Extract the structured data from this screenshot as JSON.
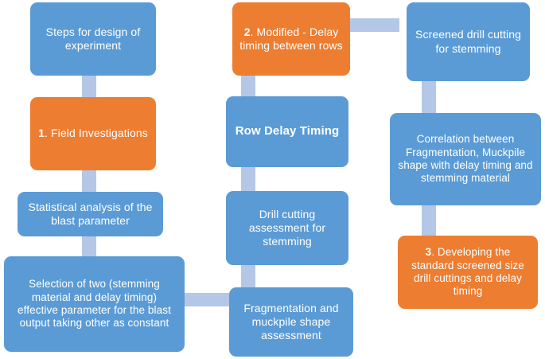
{
  "diagram": {
    "title": "Steps for design of experiment flowchart",
    "colors": {
      "blue": "#5B9BD5",
      "orange": "#ED7D31",
      "connector": "#B4C7E7",
      "text": "#FFFFFF",
      "background": "#FFFFFF"
    },
    "nodes": [
      {
        "id": "steps-for-design-of-experiment",
        "lead": "",
        "text": "Steps for design of experiment",
        "color": "blue",
        "bold": false
      },
      {
        "id": "field-investigations",
        "lead": "1",
        "text": ". Field Investigations",
        "color": "orange",
        "bold": false
      },
      {
        "id": "statistical-analysis-of-the-blast-parameter",
        "lead": "",
        "text": "Statistical analysis of the blast parameter",
        "color": "blue",
        "bold": false
      },
      {
        "id": "selection-of-two-effective-parameters",
        "lead": "",
        "text": "Selection of two (stemming material and delay timing) effective parameter for the blast output taking other as constant",
        "color": "blue",
        "bold": false
      },
      {
        "id": "modified-delay-timing-between-rows",
        "lead": "2",
        "text": ". Modified - Delay timing between rows",
        "color": "orange",
        "bold": false
      },
      {
        "id": "row-delay-timing",
        "lead": "",
        "text": "Row Delay Timing",
        "color": "blue",
        "bold": true
      },
      {
        "id": "drill-cutting-assessment-for-stemming",
        "lead": "",
        "text": "Drill cutting assessment for stemming",
        "color": "blue",
        "bold": false
      },
      {
        "id": "fragmentation-and-muckpile-shape-assessment",
        "lead": "",
        "text": "Fragmentation and muckpile shape assessment",
        "color": "blue",
        "bold": false
      },
      {
        "id": "screened-drill-cutting-for-stemming",
        "lead": "",
        "text": "Screened drill cutting for stemming",
        "color": "blue",
        "bold": false
      },
      {
        "id": "correlation-between-fragmentation-muckpile-shape",
        "lead": "",
        "text": "Correlation between Fragmentation, Muckpile shape with delay timing and stemming material",
        "color": "blue",
        "bold": false
      },
      {
        "id": "developing-the-standard-screened-size",
        "lead": "3",
        "text": ". Developing the standard screened size drill cuttings and delay timing",
        "color": "orange",
        "bold": false
      }
    ],
    "connectors": [
      {
        "id": "steps-to-field-investigations",
        "orientation": "vertical"
      },
      {
        "id": "field-investigations-to-statistical-analysis",
        "orientation": "vertical"
      },
      {
        "id": "statistical-analysis-to-selection",
        "orientation": "vertical"
      },
      {
        "id": "selection-to-fragmentation",
        "orientation": "horizontal"
      },
      {
        "id": "modified-delay-to-row-delay-timing",
        "orientation": "vertical"
      },
      {
        "id": "row-delay-timing-to-drill-cutting",
        "orientation": "vertical"
      },
      {
        "id": "drill-cutting-to-fragmentation",
        "orientation": "vertical"
      },
      {
        "id": "modified-delay-to-screened-drill-cutting",
        "orientation": "horizontal"
      },
      {
        "id": "screened-drill-cutting-to-correlation",
        "orientation": "vertical"
      },
      {
        "id": "correlation-to-developing-standard",
        "orientation": "vertical"
      }
    ]
  }
}
